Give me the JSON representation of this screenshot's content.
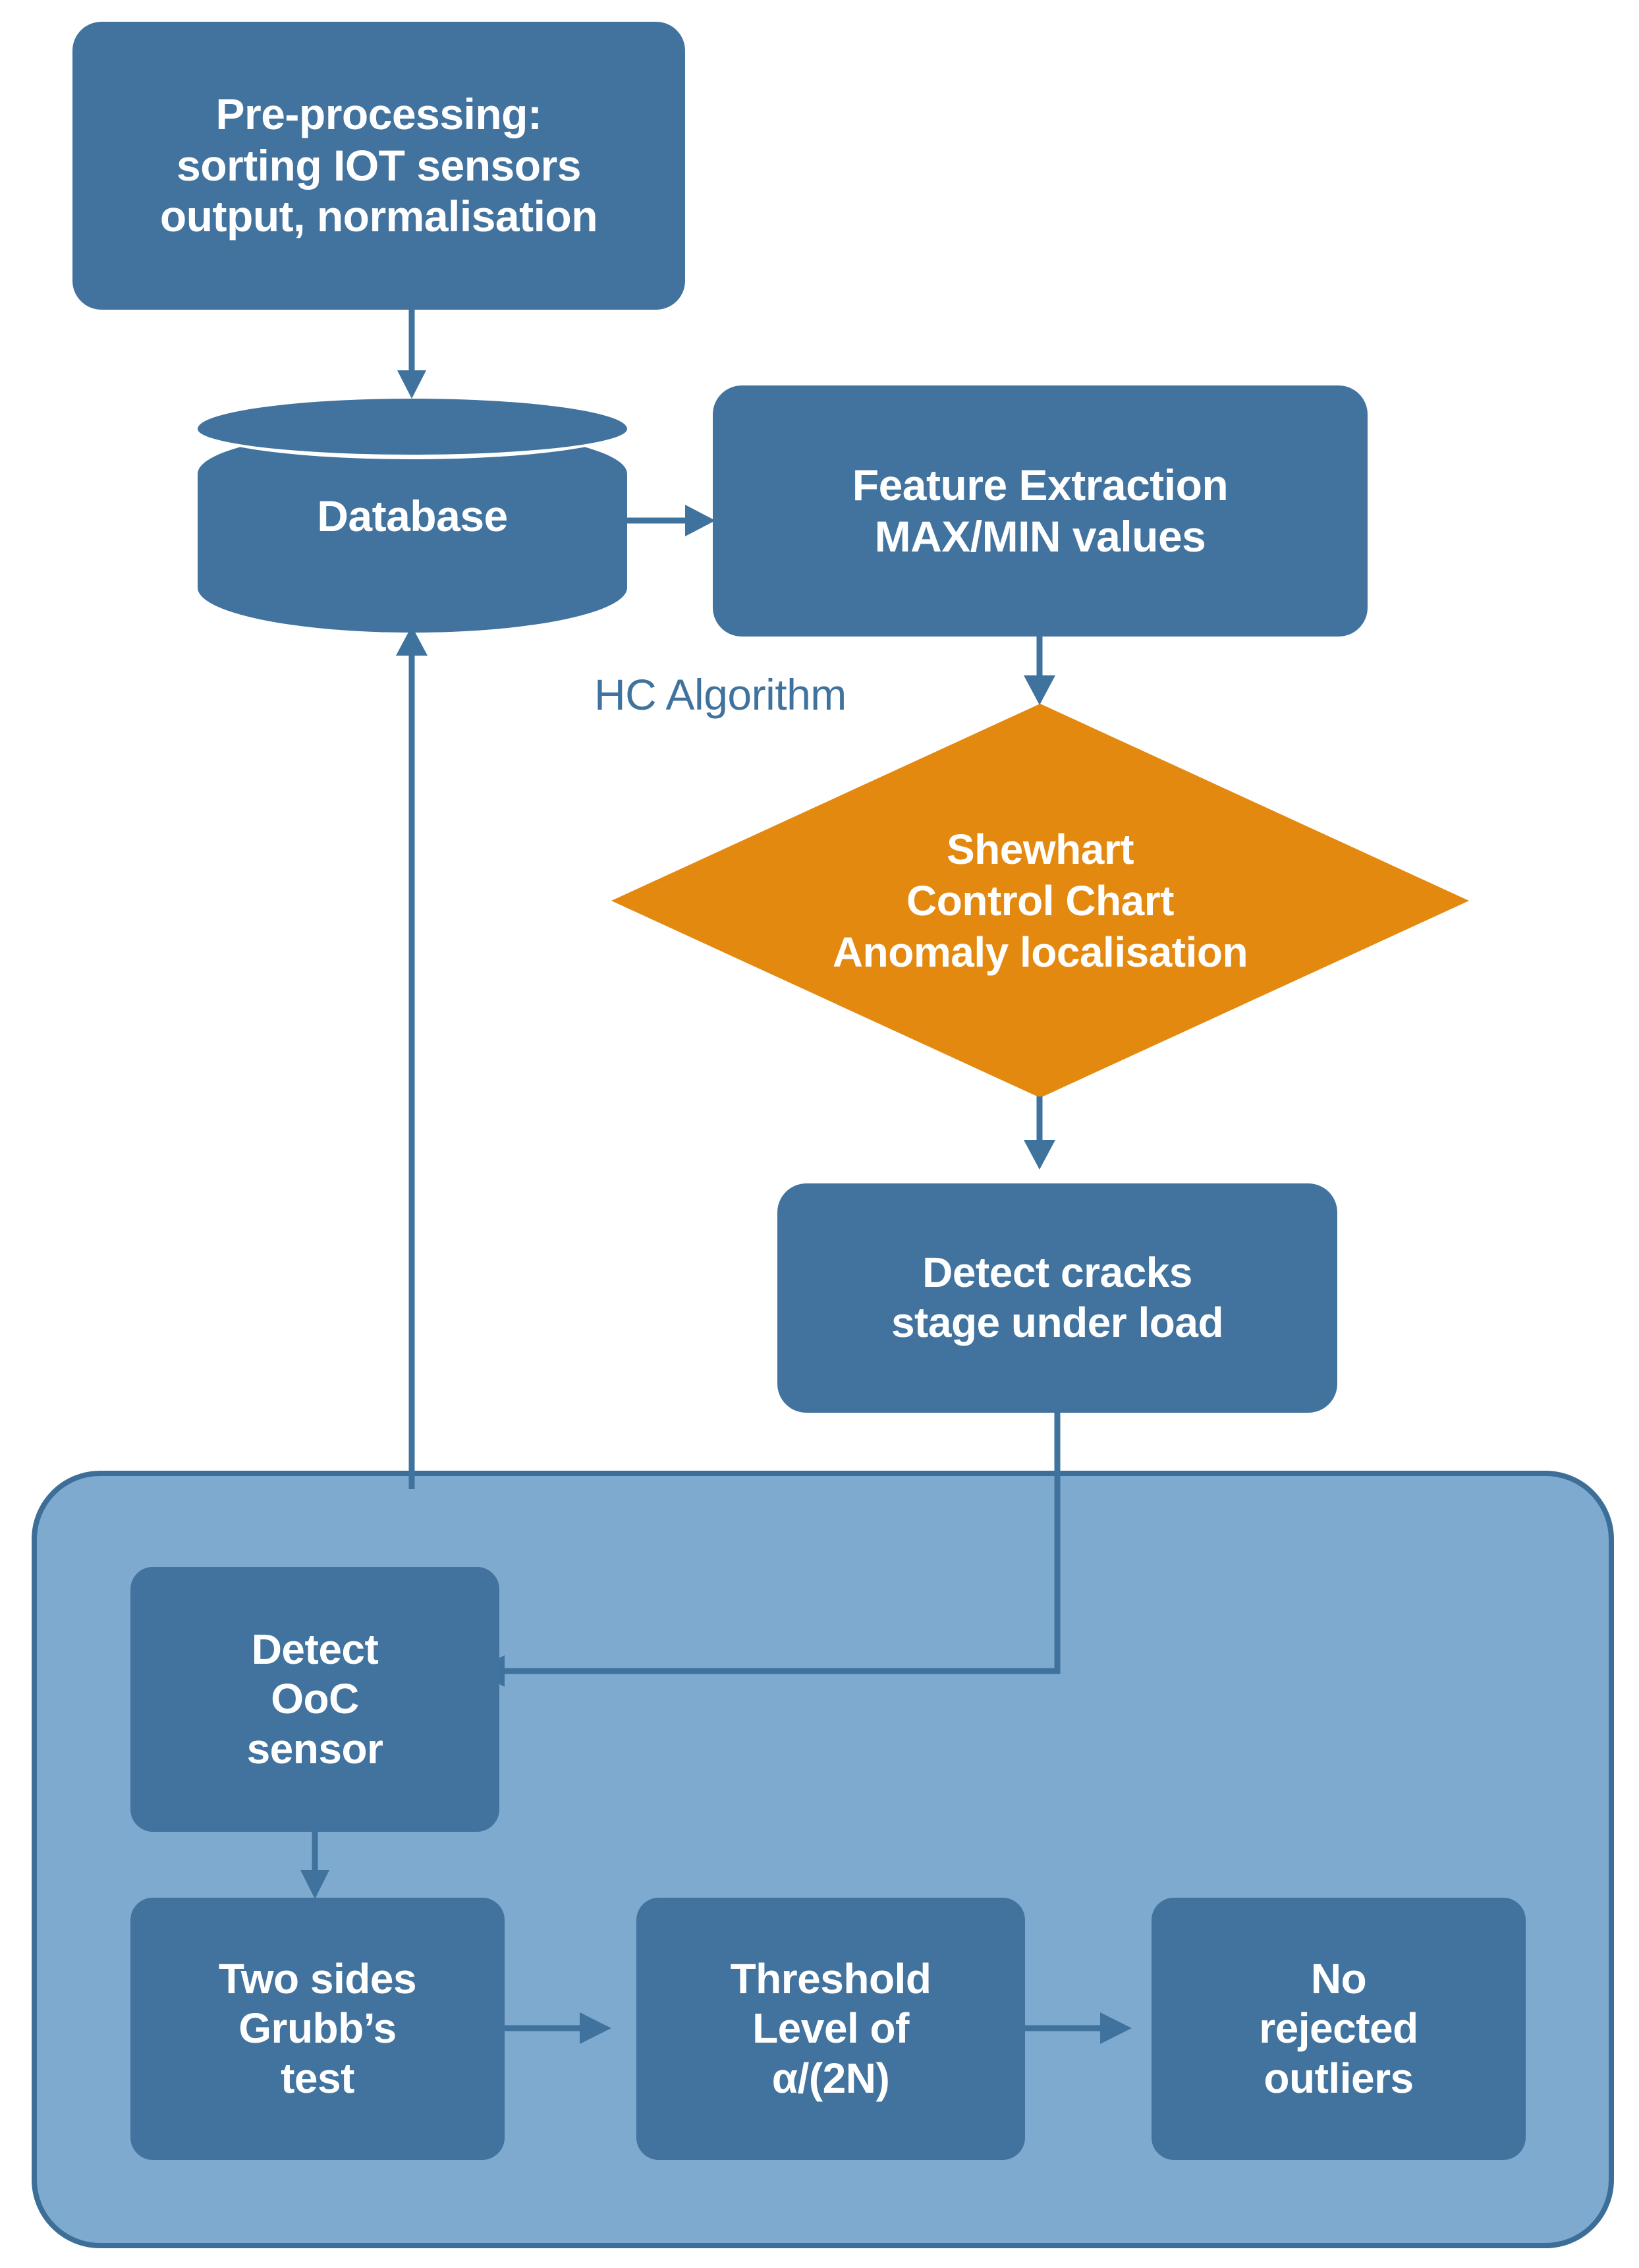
{
  "diagram": {
    "title_text_present": false,
    "colors": {
      "node_blue": "#41739E",
      "panel_fill": "#7EAACF",
      "panel_border": "#3D6E98",
      "decision_orange": "#E4890F",
      "connector_blue": "#3F739E",
      "node_text": "#FFFFFF",
      "label_text": "#3F739E",
      "background": "#FFFFFF"
    },
    "nodes": {
      "preprocessing": {
        "label": "Pre-processing:\nsorting IOT sensors\noutput, normalisation",
        "shape": "rounded-rect"
      },
      "database": {
        "label": "Database",
        "shape": "cylinder"
      },
      "feature_extraction": {
        "label": "Feature Extraction\nMAX/MIN values",
        "shape": "rounded-rect"
      },
      "hc_algorithm_label": {
        "label": "HC Algorithm",
        "shape": "free-text"
      },
      "shewhart": {
        "label": "Shewhart\nControl Chart\nAnomaly localisation",
        "shape": "diamond"
      },
      "detect_cracks": {
        "label": "Detect cracks\nstage under load",
        "shape": "rounded-rect"
      },
      "detect_ooc": {
        "label": "Detect\nOoC\nsensor",
        "shape": "rounded-rect"
      },
      "grubbs_test": {
        "label": "Two sides\nGrubb’s\ntest",
        "shape": "rounded-rect"
      },
      "threshold": {
        "label": "Threshold\nLevel of\nα/(2N)",
        "shape": "rounded-rect"
      },
      "no_outliers": {
        "label": "No\nrejected\noutliers",
        "shape": "rounded-rect"
      }
    },
    "edges": [
      {
        "from": "preprocessing",
        "to": "database",
        "style": "straight-down",
        "arrow": true
      },
      {
        "from": "database",
        "to": "feature_extraction",
        "style": "straight-right",
        "arrow": true
      },
      {
        "from": "feature_extraction",
        "to": "shewhart",
        "style": "straight-down",
        "arrow": true
      },
      {
        "from": "shewhart",
        "to": "detect_cracks",
        "style": "straight-down",
        "arrow": true
      },
      {
        "from": "detect_cracks",
        "to": "detect_ooc",
        "style": "elbow-down-left",
        "arrow": true
      },
      {
        "from": "detect_ooc",
        "to": "grubbs_test",
        "style": "straight-down",
        "arrow": true
      },
      {
        "from": "grubbs_test",
        "to": "threshold",
        "style": "straight-right",
        "arrow": true
      },
      {
        "from": "threshold",
        "to": "no_outliers",
        "style": "straight-right",
        "arrow": true
      },
      {
        "from": "panel_group",
        "to": "database",
        "style": "straight-up",
        "arrow": true
      }
    ]
  }
}
